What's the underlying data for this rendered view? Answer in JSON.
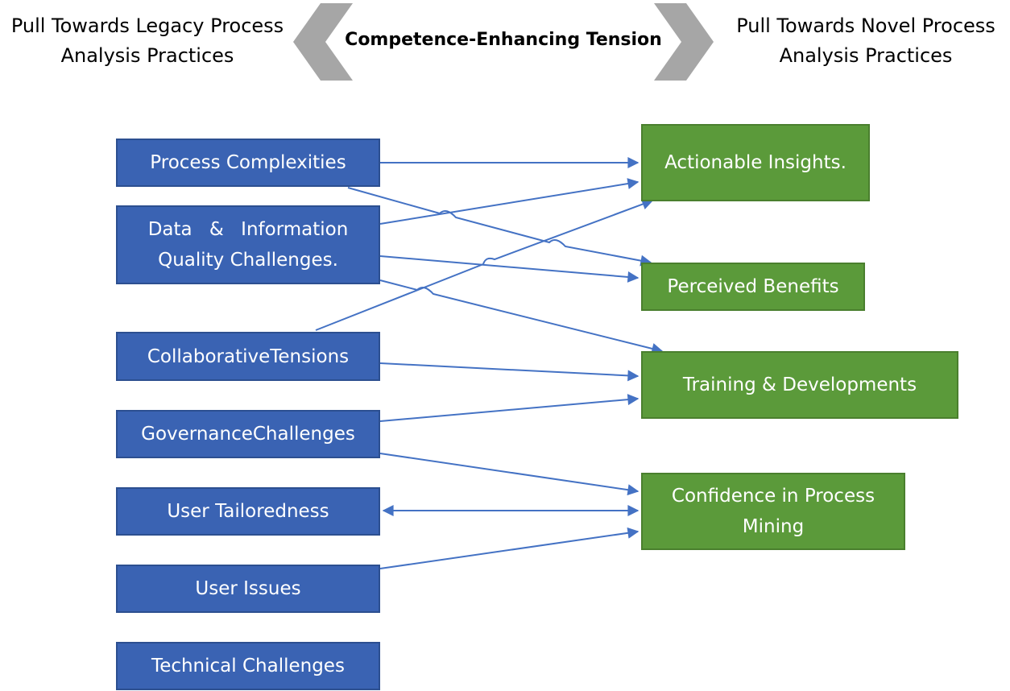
{
  "header": {
    "left_line1": "Pull Towards Legacy Process",
    "left_line2": "Analysis Practices",
    "center": "Competence-Enhancing Tension",
    "right_line1": "Pull Towards Novel Process",
    "right_line2": "Analysis Practices"
  },
  "challenges": {
    "process_complexities": "Process Complexities",
    "data_quality_line1": "Data & Information",
    "data_quality_line2": "Quality Challenges.",
    "collaborative_tensions": "CollaborativeTensions",
    "governance_challenges": "GovernanceChallenges",
    "user_tailoredness": "User Tailoredness",
    "user_issues": "User Issues",
    "technical_challenges": "Technical Challenges"
  },
  "outcomes": {
    "actionable_insights": "Actionable Insights.",
    "perceived_benefits": "Perceived Benefits",
    "training_developments": "Training & Developments",
    "confidence_line1": "Confidence in Process",
    "confidence_line2": "Mining"
  },
  "colors": {
    "challenge_box": "#3a63b3",
    "outcome_box": "#5b9a3a",
    "arrow": "#4472c4",
    "banner_arrow": "#a6a6a6"
  }
}
